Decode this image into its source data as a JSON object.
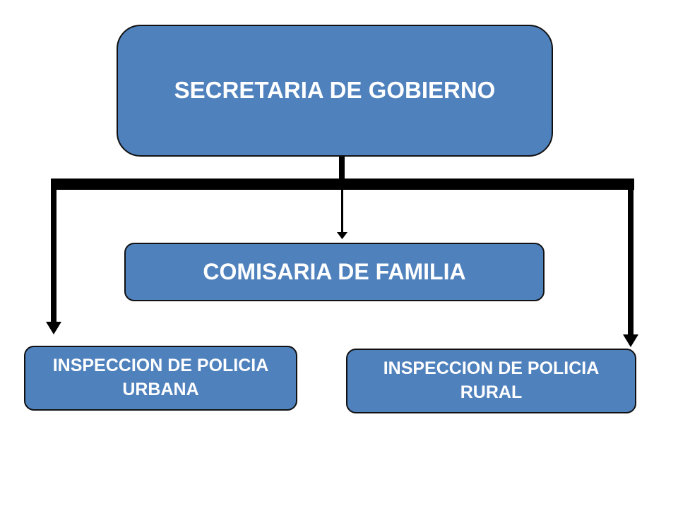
{
  "diagram": {
    "colors": {
      "box_fill": "#4f81bd",
      "box_border": "#111111",
      "box_text": "#ffffff",
      "connector": "#000000",
      "background": "#ffffff"
    },
    "nodes": {
      "secretaria": {
        "label": "SECRETARIA DE GOBIERNO"
      },
      "comisaria": {
        "label": "COMISARIA DE FAMILIA"
      },
      "inspeccion_urbana": {
        "label": "INSPECCION DE POLICIA URBANA"
      },
      "inspeccion_rural": {
        "label": "INSPECCION DE POLICIA RURAL"
      }
    },
    "edges": [
      {
        "from": "secretaria",
        "to": "comisaria"
      },
      {
        "from": "secretaria",
        "to": "inspeccion_urbana"
      },
      {
        "from": "secretaria",
        "to": "inspeccion_rural"
      }
    ]
  }
}
